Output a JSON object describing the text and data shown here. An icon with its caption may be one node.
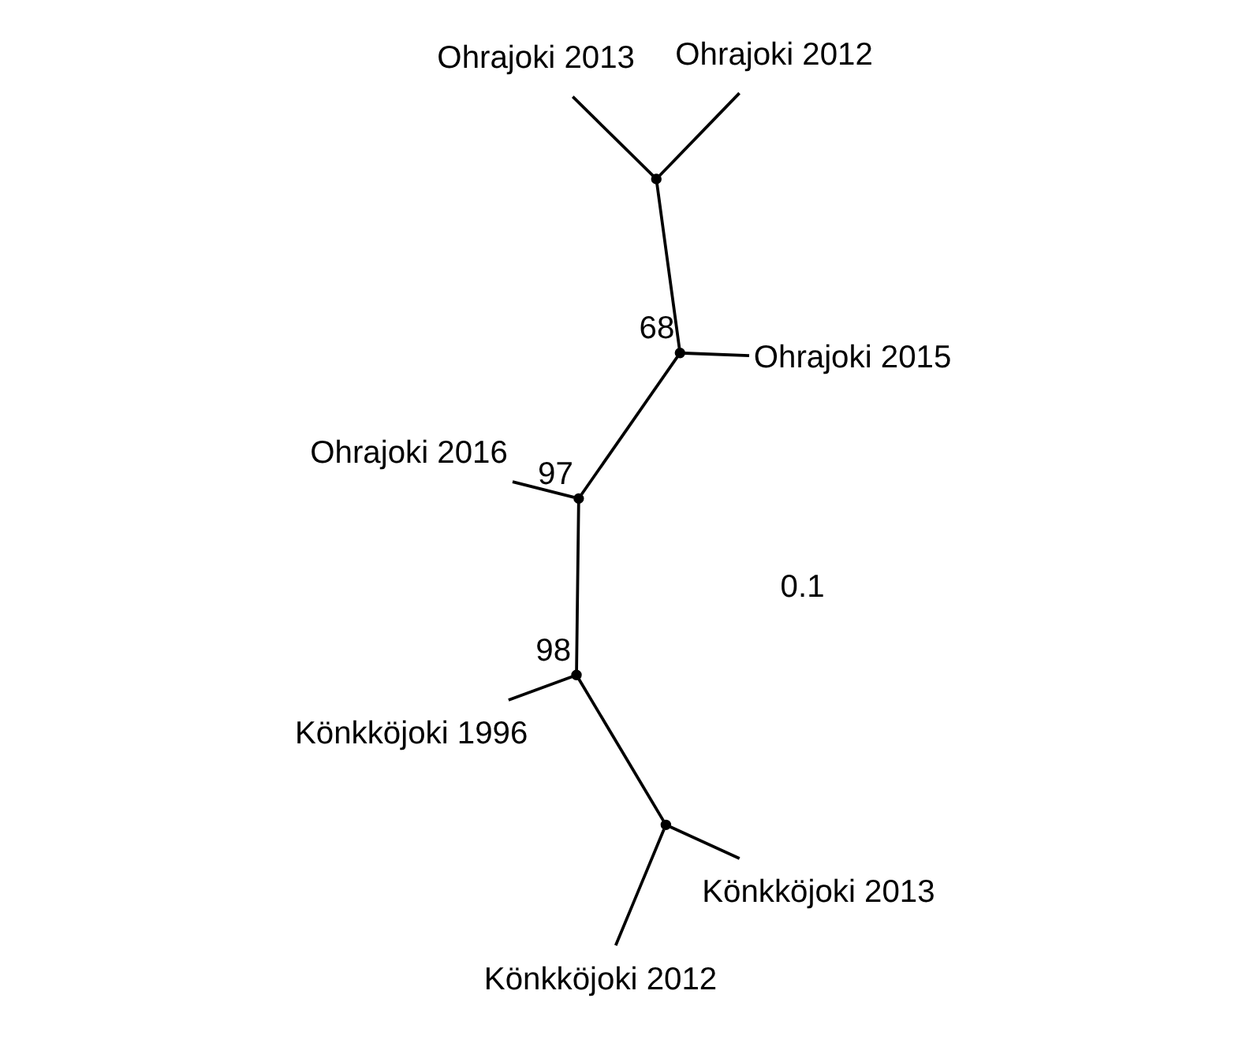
{
  "diagram": {
    "nodes": [
      {
        "text": [
          "Ohrajoki 2013"
        ]
      },
      {
        "text": [
          "Ohrajoki 2012"
        ]
      },
      {
        "text": [
          "Ohrajoki 2015"
        ]
      },
      {
        "text": [],
        "shape": "point"
      },
      {
        "text": [],
        "shape": "point",
        "beside": [
          "68"
        ]
      },
      {
        "text": [
          "Ohrajoki 2016"
        ]
      },
      {
        "text": [],
        "shape": "point",
        "beside": [
          "97"
        ]
      },
      {
        "text": [],
        "shape": "point",
        "beside": [
          "98"
        ]
      },
      {
        "text": [
          "Könkköjoki 1996"
        ]
      },
      {
        "text": [
          "Könkköjoki 2013"
        ]
      },
      {
        "text": [],
        "shape": "point"
      },
      {
        "text": [
          "Könkköjoki 2012"
        ]
      }
    ],
    "edges": [
      {
        "from": 1,
        "to": 3,
        "arrow": "none"
      },
      {
        "from": 0,
        "to": 3,
        "arrow": "none"
      },
      {
        "from": 3,
        "to": 4,
        "arrow": "none"
      },
      {
        "from": 2,
        "to": 4,
        "arrow": "none"
      },
      {
        "from": 4,
        "to": 6,
        "arrow": "none"
      },
      {
        "from": 5,
        "to": 6,
        "arrow": "none"
      },
      {
        "from": 6,
        "to": 7,
        "arrow": "none"
      },
      {
        "from": 7,
        "to": 8,
        "arrow": "none"
      },
      {
        "from": 7,
        "to": 10,
        "arrow": "none"
      },
      {
        "from": 9,
        "to": 10,
        "arrow": "none"
      },
      {
        "from": 10,
        "to": 11,
        "arrow": "none"
      }
    ],
    "labels": [
      "0.1"
    ]
  }
}
